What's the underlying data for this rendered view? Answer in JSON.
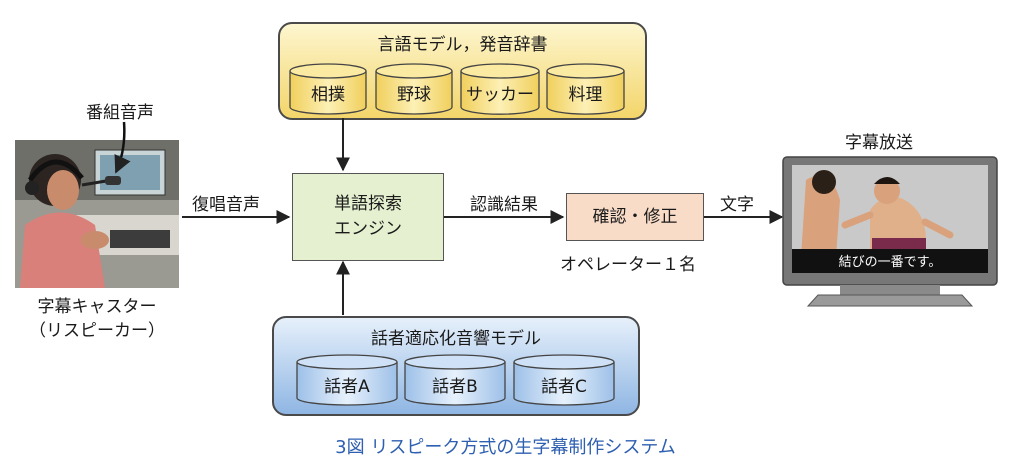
{
  "diagram": {
    "language_panel": {
      "title": "言語モデル，発音辞書",
      "databases": [
        "相撲",
        "野球",
        "サッカー",
        "料理"
      ]
    },
    "speaker_panel": {
      "title": "話者適応化音響モデル",
      "databases": [
        "話者A",
        "話者B",
        "話者C"
      ]
    },
    "engine": {
      "line1": "単語探索",
      "line2": "エンジン"
    },
    "operator_box": {
      "label": "確認・修正",
      "caption": "オペレーター１名"
    },
    "arrow_labels": {
      "revoice": "復唱音声",
      "result": "認識結果",
      "text": "文字"
    },
    "caster": {
      "audio_label": "番組音声",
      "name": "字幕キャスター",
      "role": "（リスピーカー）"
    },
    "tv": {
      "label": "字幕放送",
      "subtitle": "結びの一番です。"
    },
    "caption": "3図 リスピーク方式の生字幕制作システム"
  },
  "colors": {
    "language_panel_top": "#fdf6cf",
    "language_panel_bottom": "#f3d56a",
    "speaker_panel_top": "#e6f0fb",
    "speaker_panel_bottom": "#8fb6e3",
    "engine_fill": "#e4f0cf",
    "operator_fill": "#f8dcc8",
    "caption_text": "#2e5fb0"
  }
}
